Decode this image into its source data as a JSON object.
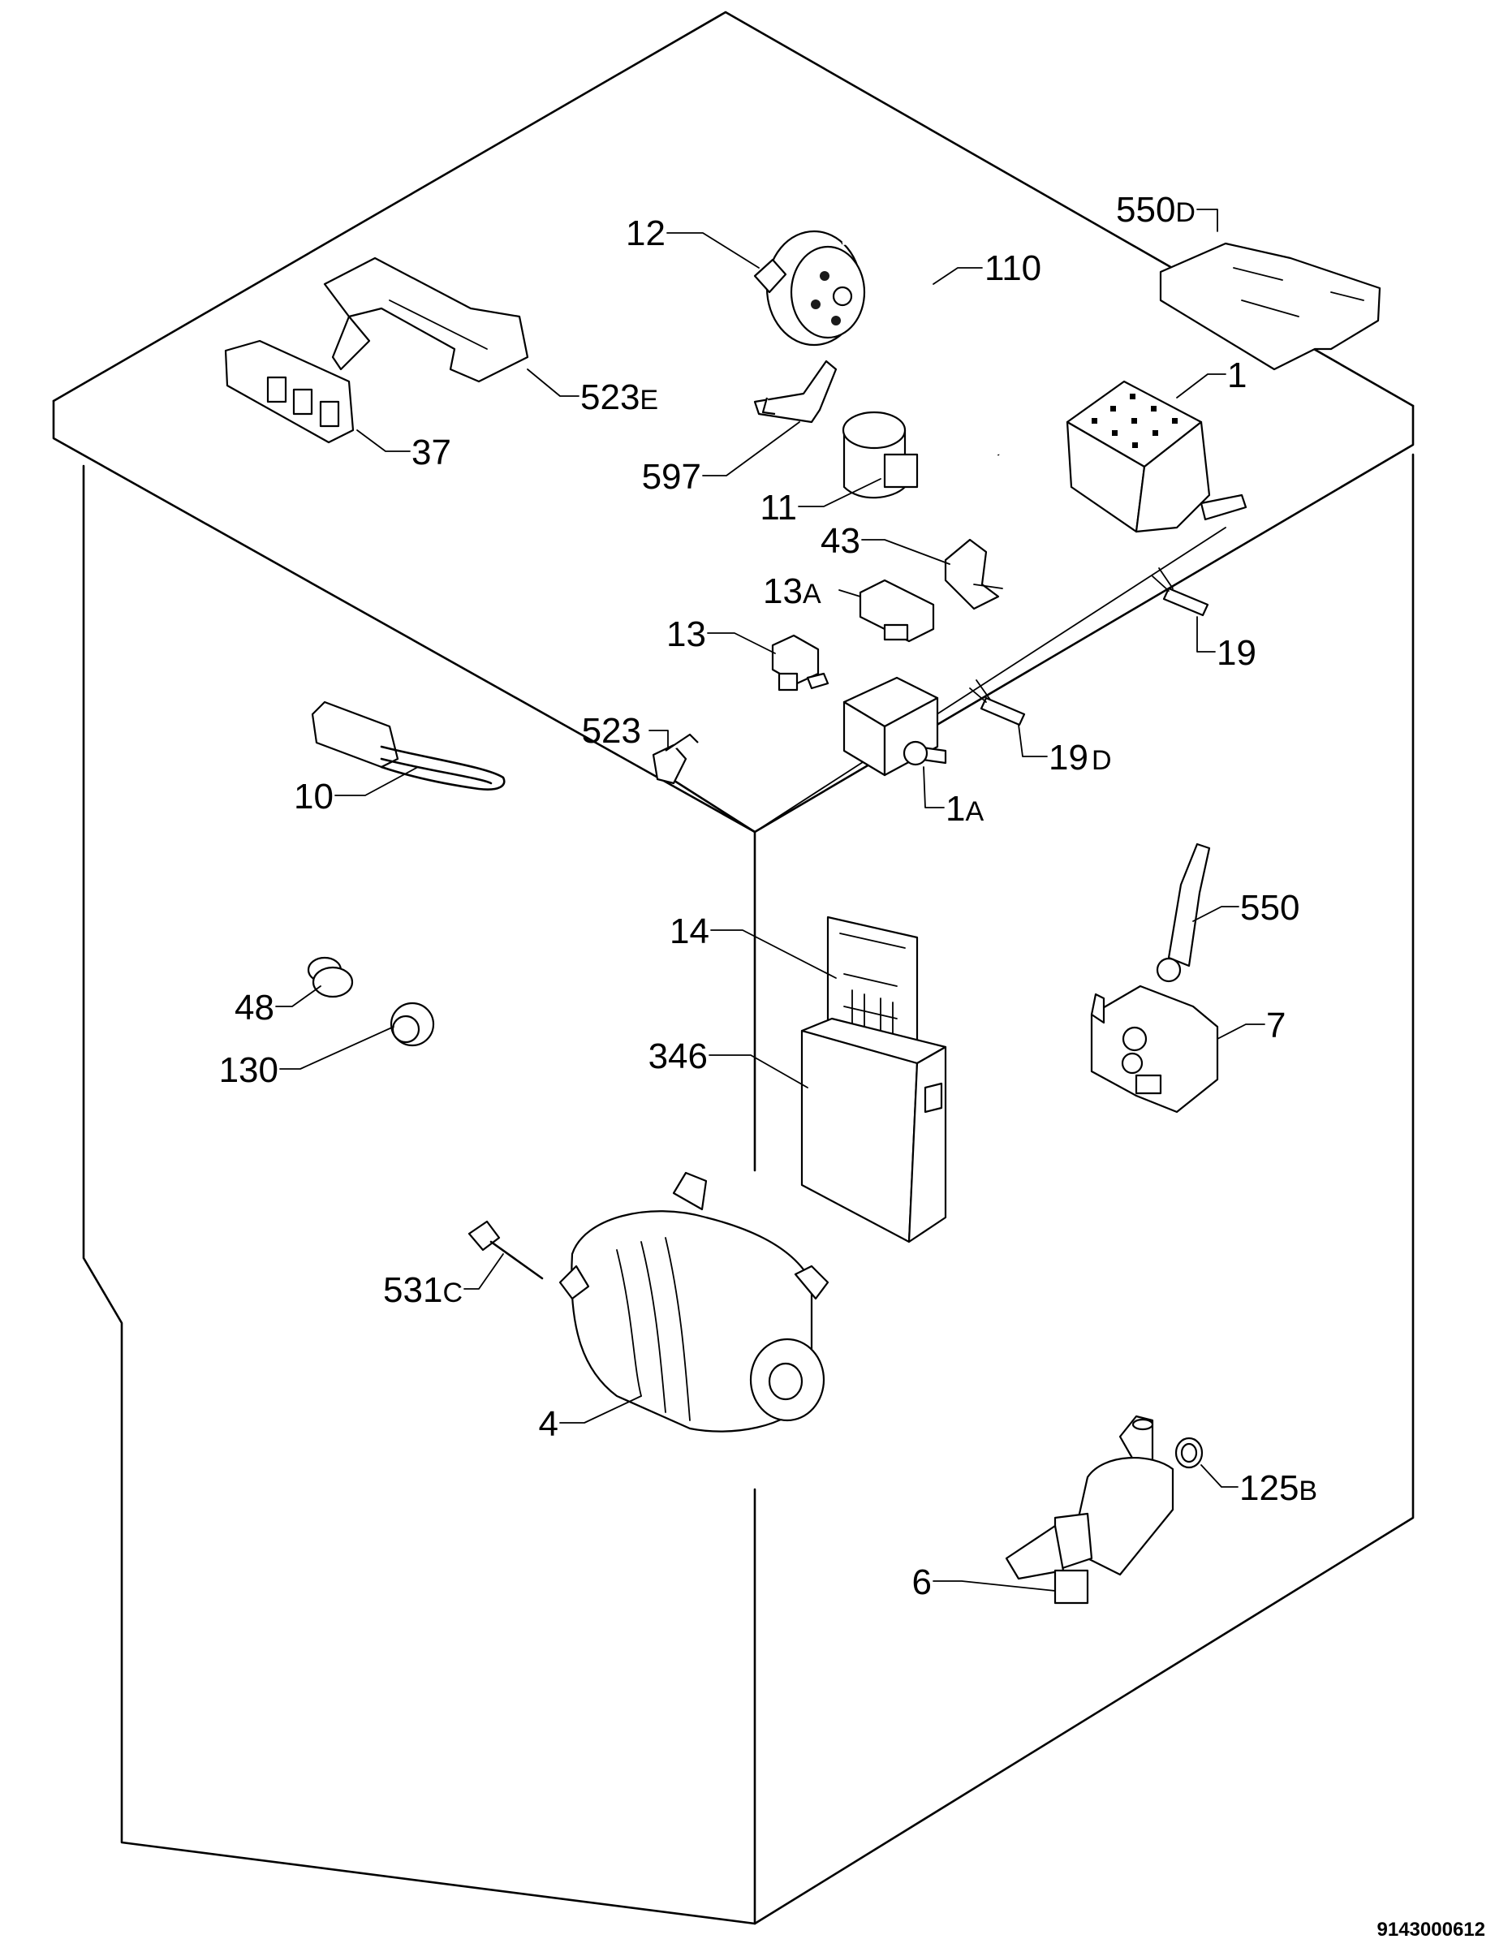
{
  "labels": {
    "p12": "12",
    "p110": "110",
    "p550d": "550",
    "p550d_suffix": "D",
    "p523e": "523",
    "p523e_suffix": "E",
    "p37": "37",
    "p597": "597",
    "p11": "11",
    "p1": "1",
    "p43": "43",
    "p13a": "13",
    "p13a_suffix": "A",
    "p13": "13",
    "p19": "19",
    "p523": "523",
    "p19d": "19",
    "p19d_suffix": "D",
    "p10": "10",
    "p1a": "1",
    "p1a_suffix": "A",
    "p14": "14",
    "p550": "550",
    "p48": "48",
    "p346": "346",
    "p7": "7",
    "p130": "130",
    "p531c": "531",
    "p531c_suffix": "C",
    "p4": "4",
    "p125b": "125",
    "p125b_suffix": "B",
    "p6": "6"
  },
  "document_number": "9143000612"
}
